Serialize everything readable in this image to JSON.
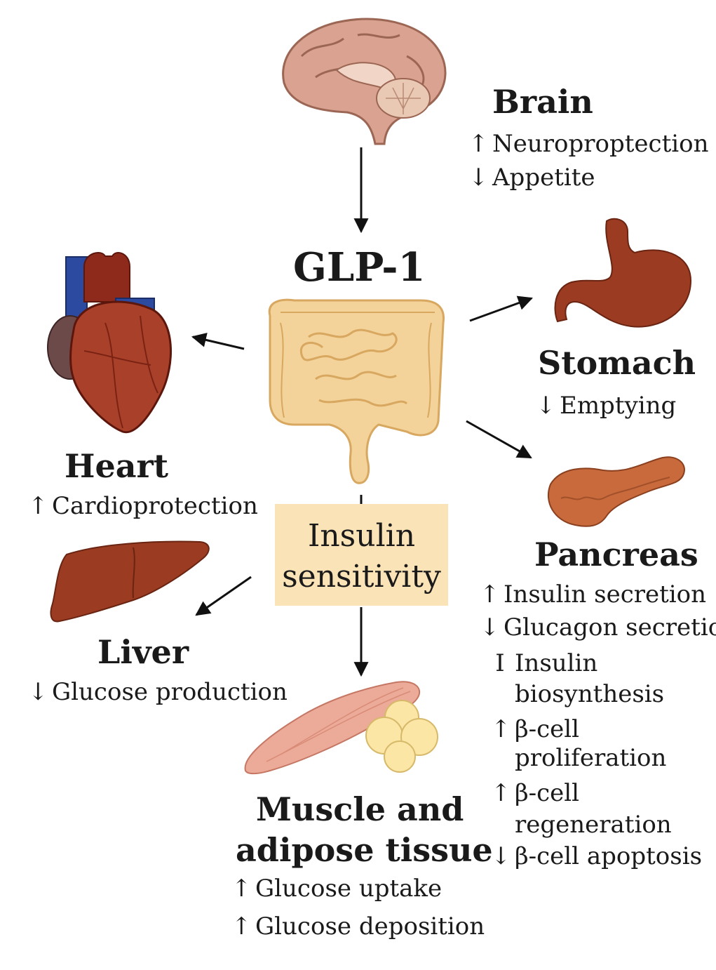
{
  "center": {
    "title": "GLP-1"
  },
  "insulin_box": {
    "line1": "Insulin",
    "line2": "sensitivity"
  },
  "brain": {
    "title": "Brain",
    "effects": [
      {
        "arrow": "↑",
        "text": "Neuroproptection"
      },
      {
        "arrow": "↓",
        "text": "Appetite"
      }
    ]
  },
  "stomach": {
    "title": "Stomach",
    "effects": [
      {
        "arrow": "↓",
        "text": "Emptying"
      }
    ]
  },
  "heart": {
    "title": "Heart",
    "effects": [
      {
        "arrow": "↑",
        "text": "Cardioprotection"
      }
    ]
  },
  "pancreas": {
    "title": "Pancreas",
    "effects": [
      {
        "arrow": "↑",
        "text": "Insulin secretion"
      },
      {
        "arrow": "↓",
        "text": "Glucagon secretion"
      },
      {
        "arrow": "I",
        "text": "Insulin",
        "text2": "biosynthesis"
      },
      {
        "arrow": "↑",
        "text": "β-cell",
        "text2": "proliferation"
      },
      {
        "arrow": "↑",
        "text": "β-cell",
        "text2": "regeneration"
      },
      {
        "arrow": "↓",
        "text": "β-cell apoptosis"
      }
    ]
  },
  "liver": {
    "title": "Liver",
    "effects": [
      {
        "arrow": "↓",
        "text": "Glucose production"
      }
    ]
  },
  "muscle": {
    "title_line1": "Muscle and",
    "title_line2": "adipose tissue",
    "effects": [
      {
        "arrow": "↑",
        "text": "Glucose uptake"
      },
      {
        "arrow": "↑",
        "text": "Glucose deposition"
      }
    ]
  },
  "colors": {
    "intestine": "#f3d39a",
    "box": "#fbe3b8",
    "organ_red": "#9a3b22",
    "brain": "#d9a291",
    "muscle": "#ecaa98",
    "fat": "#fbe6a6"
  }
}
